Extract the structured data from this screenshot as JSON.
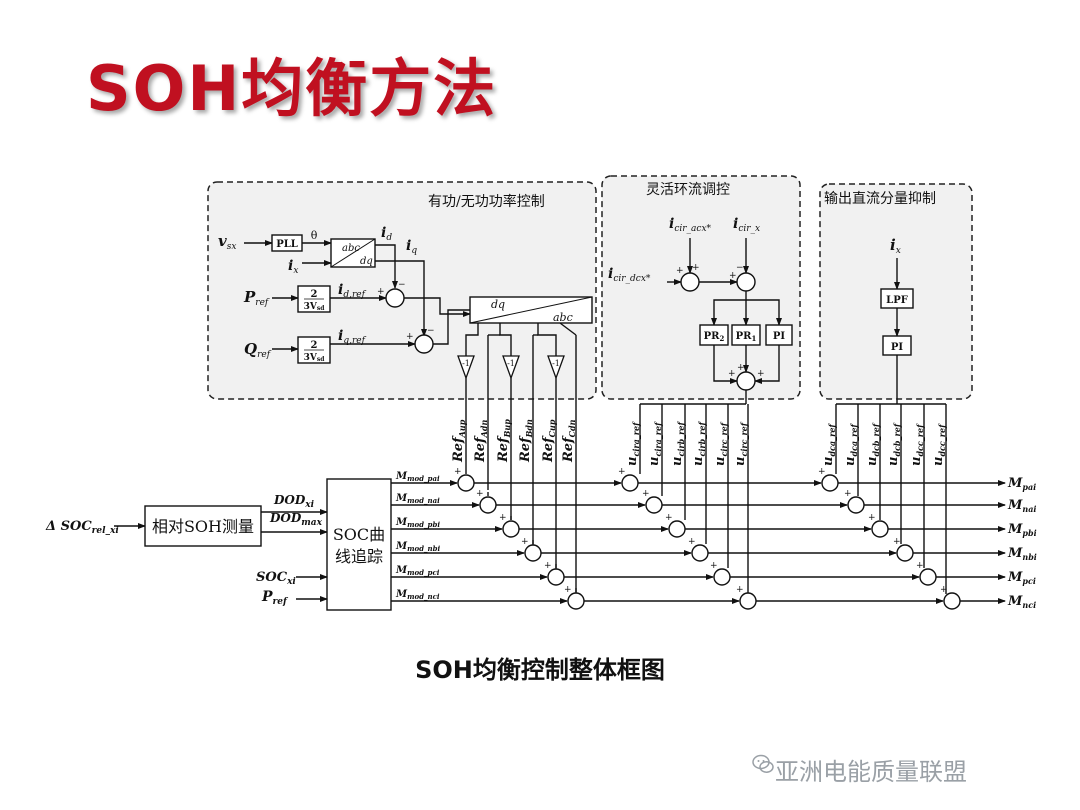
{
  "title": "SOH均衡方法",
  "caption": "SOH均衡控制整体框图",
  "watermark": "亚洲电能质量联盟",
  "colors": {
    "title": "#c01020",
    "line": "#111111",
    "dash_box_fill": "#f1f1f1"
  },
  "sections": {
    "power": "有功/无功功率控制",
    "circ": "灵活环流调控",
    "dc": "输出直流分量抑制"
  },
  "blocks": {
    "pll": "PLL",
    "abc": "abc",
    "dq": "dq",
    "theta": "θ",
    "gain_num": "2",
    "gain_den": "3V",
    "gain_den_sub": "sd",
    "neg1": "-1",
    "pr2": "PR",
    "pr2_sub": "2",
    "pr1": "PR",
    "pr1_sub": "1",
    "pi": "PI",
    "lpf": "LPF",
    "soh_measure": "相对SOH测量",
    "soc_track_line1": "SOC曲",
    "soc_track_line2": "线追踪"
  },
  "signals": {
    "vsx": "v",
    "vsx_sub": "sx",
    "ix": "i",
    "ix_sub": "x",
    "id": "i",
    "id_sub": "d",
    "iq": "i",
    "iq_sub": "q",
    "pref": "P",
    "pref_sub": "ref",
    "qref": "Q",
    "qref_sub": "ref",
    "idref": "i",
    "idref_sub": "d,ref",
    "iqref": "i",
    "iqref_sub": "q,ref",
    "icir_acx": "i",
    "icir_acx_sub": "cir_acx*",
    "icir_x": "i",
    "icir_x_sub": "cir_x",
    "icir_dcx": "i",
    "icir_dcx_sub": "cir_dcx*",
    "dsoc": "Δ SOC",
    "dsoc_sub": "rel_xi",
    "dod_xi": "DOD",
    "dod_xi_sub": "xi",
    "dod_max": "DOD",
    "dod_max_sub": "max",
    "soc_xi": "SOC",
    "soc_xi_sub": "xi",
    "pref2": "P",
    "pref2_sub": "ref"
  },
  "ref_labels": [
    {
      "main": "Ref",
      "sub": "Aup"
    },
    {
      "main": "Ref",
      "sub": "Adn"
    },
    {
      "main": "Ref",
      "sub": "Bup"
    },
    {
      "main": "Ref",
      "sub": "Bdn"
    },
    {
      "main": "Ref",
      "sub": "Cup"
    },
    {
      "main": "Ref",
      "sub": "Cdn"
    }
  ],
  "ucir_labels": [
    {
      "main": "u",
      "sub": "cira_ref"
    },
    {
      "main": "u",
      "sub": "cira_ref"
    },
    {
      "main": "u",
      "sub": "cirb_ref"
    },
    {
      "main": "u",
      "sub": "cirb_ref"
    },
    {
      "main": "u",
      "sub": "circ_ref"
    },
    {
      "main": "u",
      "sub": "circ_ref"
    }
  ],
  "udc_labels": [
    {
      "main": "u",
      "sub": "dca_ref"
    },
    {
      "main": "u",
      "sub": "dca_ref"
    },
    {
      "main": "u",
      "sub": "dcb_ref"
    },
    {
      "main": "u",
      "sub": "dcb_ref"
    },
    {
      "main": "u",
      "sub": "dcc_ref"
    },
    {
      "main": "u",
      "sub": "dcc_ref"
    }
  ],
  "mod_labels": [
    {
      "main": "M",
      "sub": "mod_pai"
    },
    {
      "main": "M",
      "sub": "mod_nai"
    },
    {
      "main": "M",
      "sub": "mod_pbi"
    },
    {
      "main": "M",
      "sub": "mod_nbi"
    },
    {
      "main": "M",
      "sub": "mod_pci"
    },
    {
      "main": "M",
      "sub": "mod_nci"
    }
  ],
  "outputs": [
    {
      "main": "M",
      "sub": "pai"
    },
    {
      "main": "M",
      "sub": "nai"
    },
    {
      "main": "M",
      "sub": "pbi"
    },
    {
      "main": "M",
      "sub": "nbi"
    },
    {
      "main": "M",
      "sub": "pci"
    },
    {
      "main": "M",
      "sub": "nci"
    }
  ],
  "sign_plus": "+",
  "sign_minus": "−"
}
